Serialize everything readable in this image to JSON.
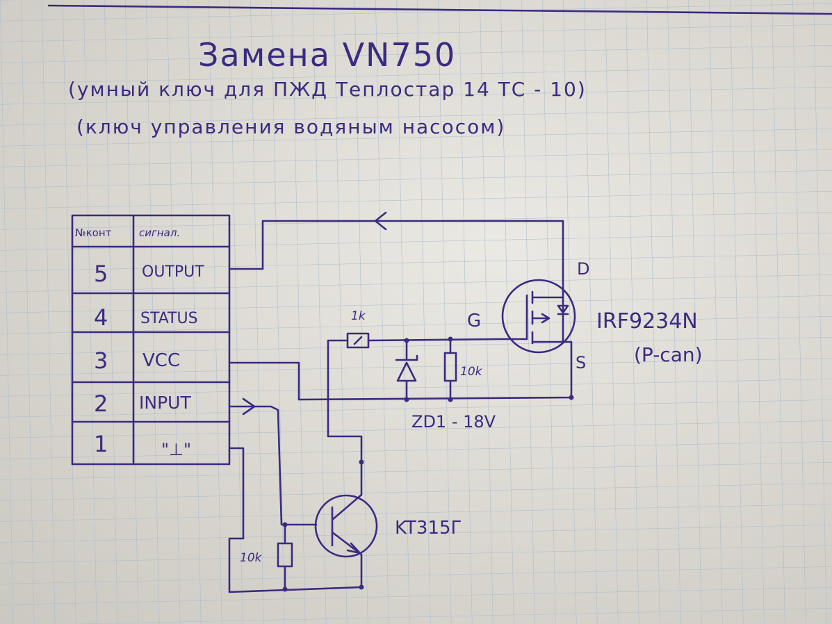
{
  "title": "Замена VN750",
  "subtitle_1": "(умный ключ для ПЖД Теплостар 14 ТС - 10)",
  "subtitle_2": "(ключ управления водяным насосом)",
  "pin_table": {
    "headers": [
      "№конт",
      "сигнал."
    ],
    "rows": [
      {
        "pin": "5",
        "signal": "OUTPUT"
      },
      {
        "pin": "4",
        "signal": "STATUS"
      },
      {
        "pin": "3",
        "signal": "VCC"
      },
      {
        "pin": "2",
        "signal": "INPUT"
      },
      {
        "pin": "1",
        "signal": "\"⊥\""
      }
    ]
  },
  "components": {
    "mosfet": {
      "name": "IRF9234N",
      "type": "(P-can)",
      "drain": "D",
      "gate": "G",
      "source": "S"
    },
    "gate_resistor": "1k",
    "gs_resistor": "10k",
    "zener": "ZD1 - 18V",
    "transistor": "KT315Г",
    "base_resistor": "10k"
  },
  "colors": {
    "ink": "#3b2a80",
    "paper": "#e4e2dc",
    "grid": "#9fb3c8"
  }
}
